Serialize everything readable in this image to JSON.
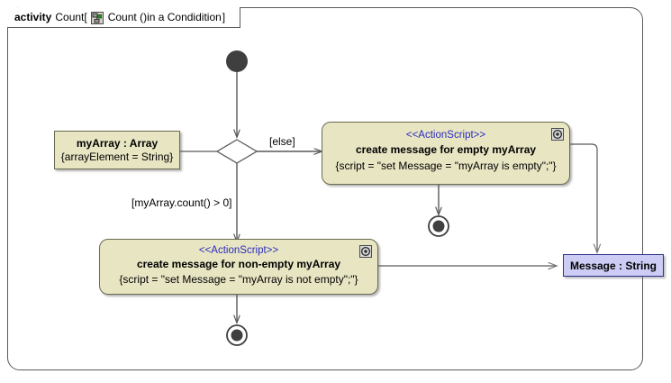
{
  "frame": {
    "keyword": "activity",
    "name": "Count[",
    "icon": "activity-diagram-icon",
    "subtitle": "Count ()in a Condidition",
    "close_bracket": "]"
  },
  "nodes": {
    "initial": {
      "name": "initial-node"
    },
    "decision": {
      "name": "decision-diamond"
    },
    "array_object": {
      "title": "myArray : Array",
      "property": "{arrayElement = String}"
    },
    "action_empty": {
      "stereotype": "<<ActionScript>>",
      "title": "create message for empty myArray",
      "property": "{script = \"set Message = \"myArray is empty\";\"}",
      "badge": "gear-icon"
    },
    "action_nonempty": {
      "stereotype": "<<ActionScript>>",
      "title": "create message for non-empty myArray",
      "property": "{script = \"set Message = \"myArray is not empty\";\"}",
      "badge": "gear-icon"
    },
    "message_object": {
      "label": "Message : String"
    },
    "final_upper": {
      "name": "activity-final-node-upper"
    },
    "final_lower": {
      "name": "activity-final-node-lower"
    }
  },
  "edges": {
    "guard_else": "[else]",
    "guard_count": "[myArray.count() > 0]"
  },
  "colors": {
    "action_fill": "#E8E5C3",
    "action_stroke": "#6B6B52",
    "object_fill": "#CCCCF5",
    "object_stroke": "#31318C",
    "stereotype_text": "#2B2BBF",
    "node_dark": "#3F3F3F",
    "frame_stroke": "#5A5A5A",
    "edge_stroke": "#595959",
    "canvas": "#FFFFFF"
  }
}
